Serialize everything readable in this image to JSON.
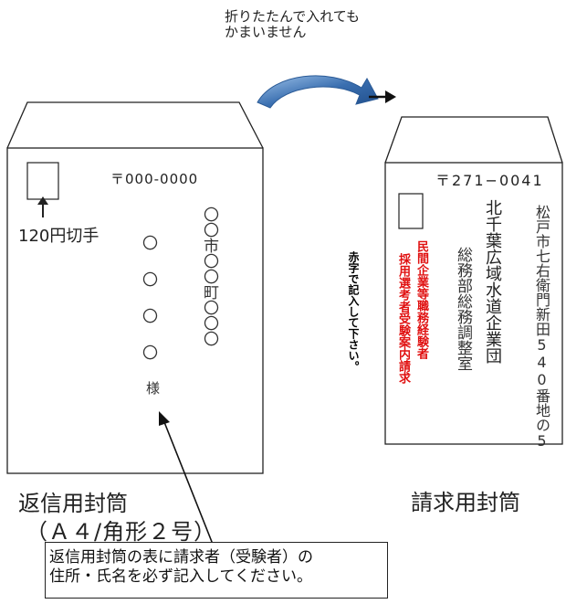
{
  "top_note": {
    "line1": "折りたたんで入れても",
    "line2": "かまいません"
  },
  "return_envelope": {
    "postal_code": "〒000-0000",
    "stamp_label": "120円切手",
    "address": "〇〇市〇〇町〇〇〇",
    "name_placeholder": [
      "〇",
      "〇",
      "〇",
      "〇"
    ],
    "honorific": "様",
    "caption_line1": "返信用封筒",
    "caption_line2": "（Ａ４/角形２号）"
  },
  "request_envelope": {
    "postal_code": "〒271−0041",
    "address_line1": "松戸市七右衛門新田540番地の5",
    "address_line2": "北千葉広域水道企業団",
    "address_line3": "総務部総務調整室",
    "red_line1": "民間企業等職務経験者",
    "red_line2": "採用選考者受験案内請求",
    "side_note": "赤字で記入して下さい。",
    "caption": "請求用封筒"
  },
  "instruction_box": {
    "line1": "返信用封筒の表に請求者（受験者）の",
    "line2": "住所・氏名を必ず記入してください。"
  },
  "colors": {
    "red_text": "#e01010",
    "arrow_blue": "#3a6fb0"
  }
}
